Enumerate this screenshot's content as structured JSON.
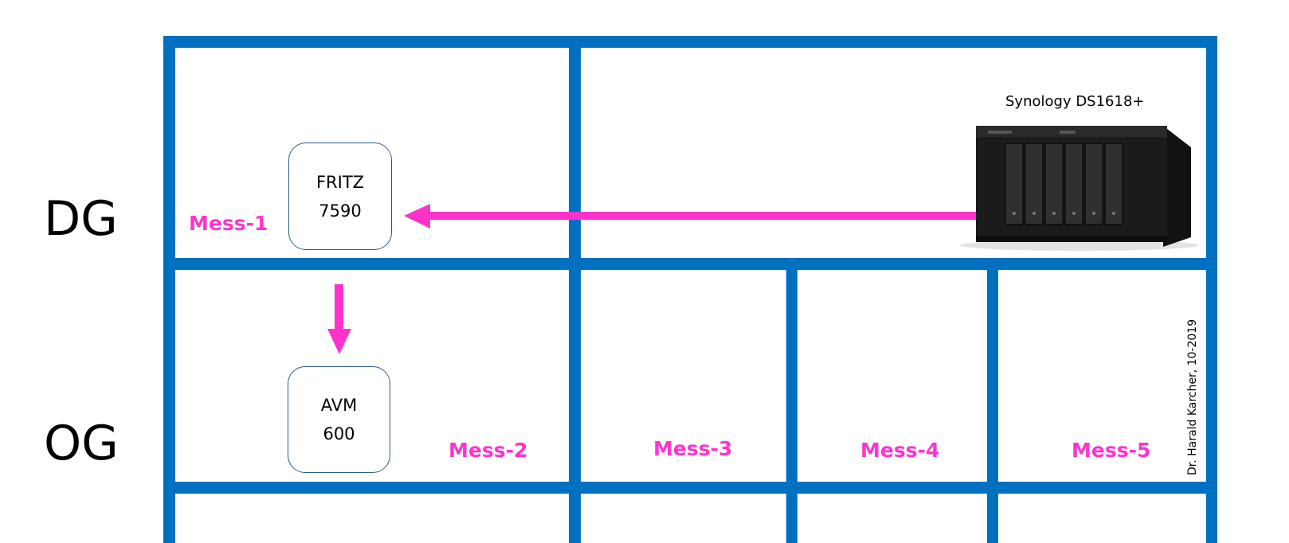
{
  "floors": {
    "upper": "DG",
    "lower": "OG"
  },
  "devices": {
    "router": {
      "line1": "FRITZ",
      "line2": "7590"
    },
    "repeater": {
      "line1": "AVM",
      "line2": "600"
    },
    "nas": {
      "caption": "Synology DS1618+"
    }
  },
  "measurement_points": [
    "Mess-1",
    "Mess-2",
    "Mess-3",
    "Mess-4",
    "Mess-5"
  ],
  "credit": "Dr. Harald Karcher, 10-2019",
  "colors": {
    "wall": "#0070c0",
    "signal": "#ff33cc",
    "device_border": "#2e5c8a"
  }
}
